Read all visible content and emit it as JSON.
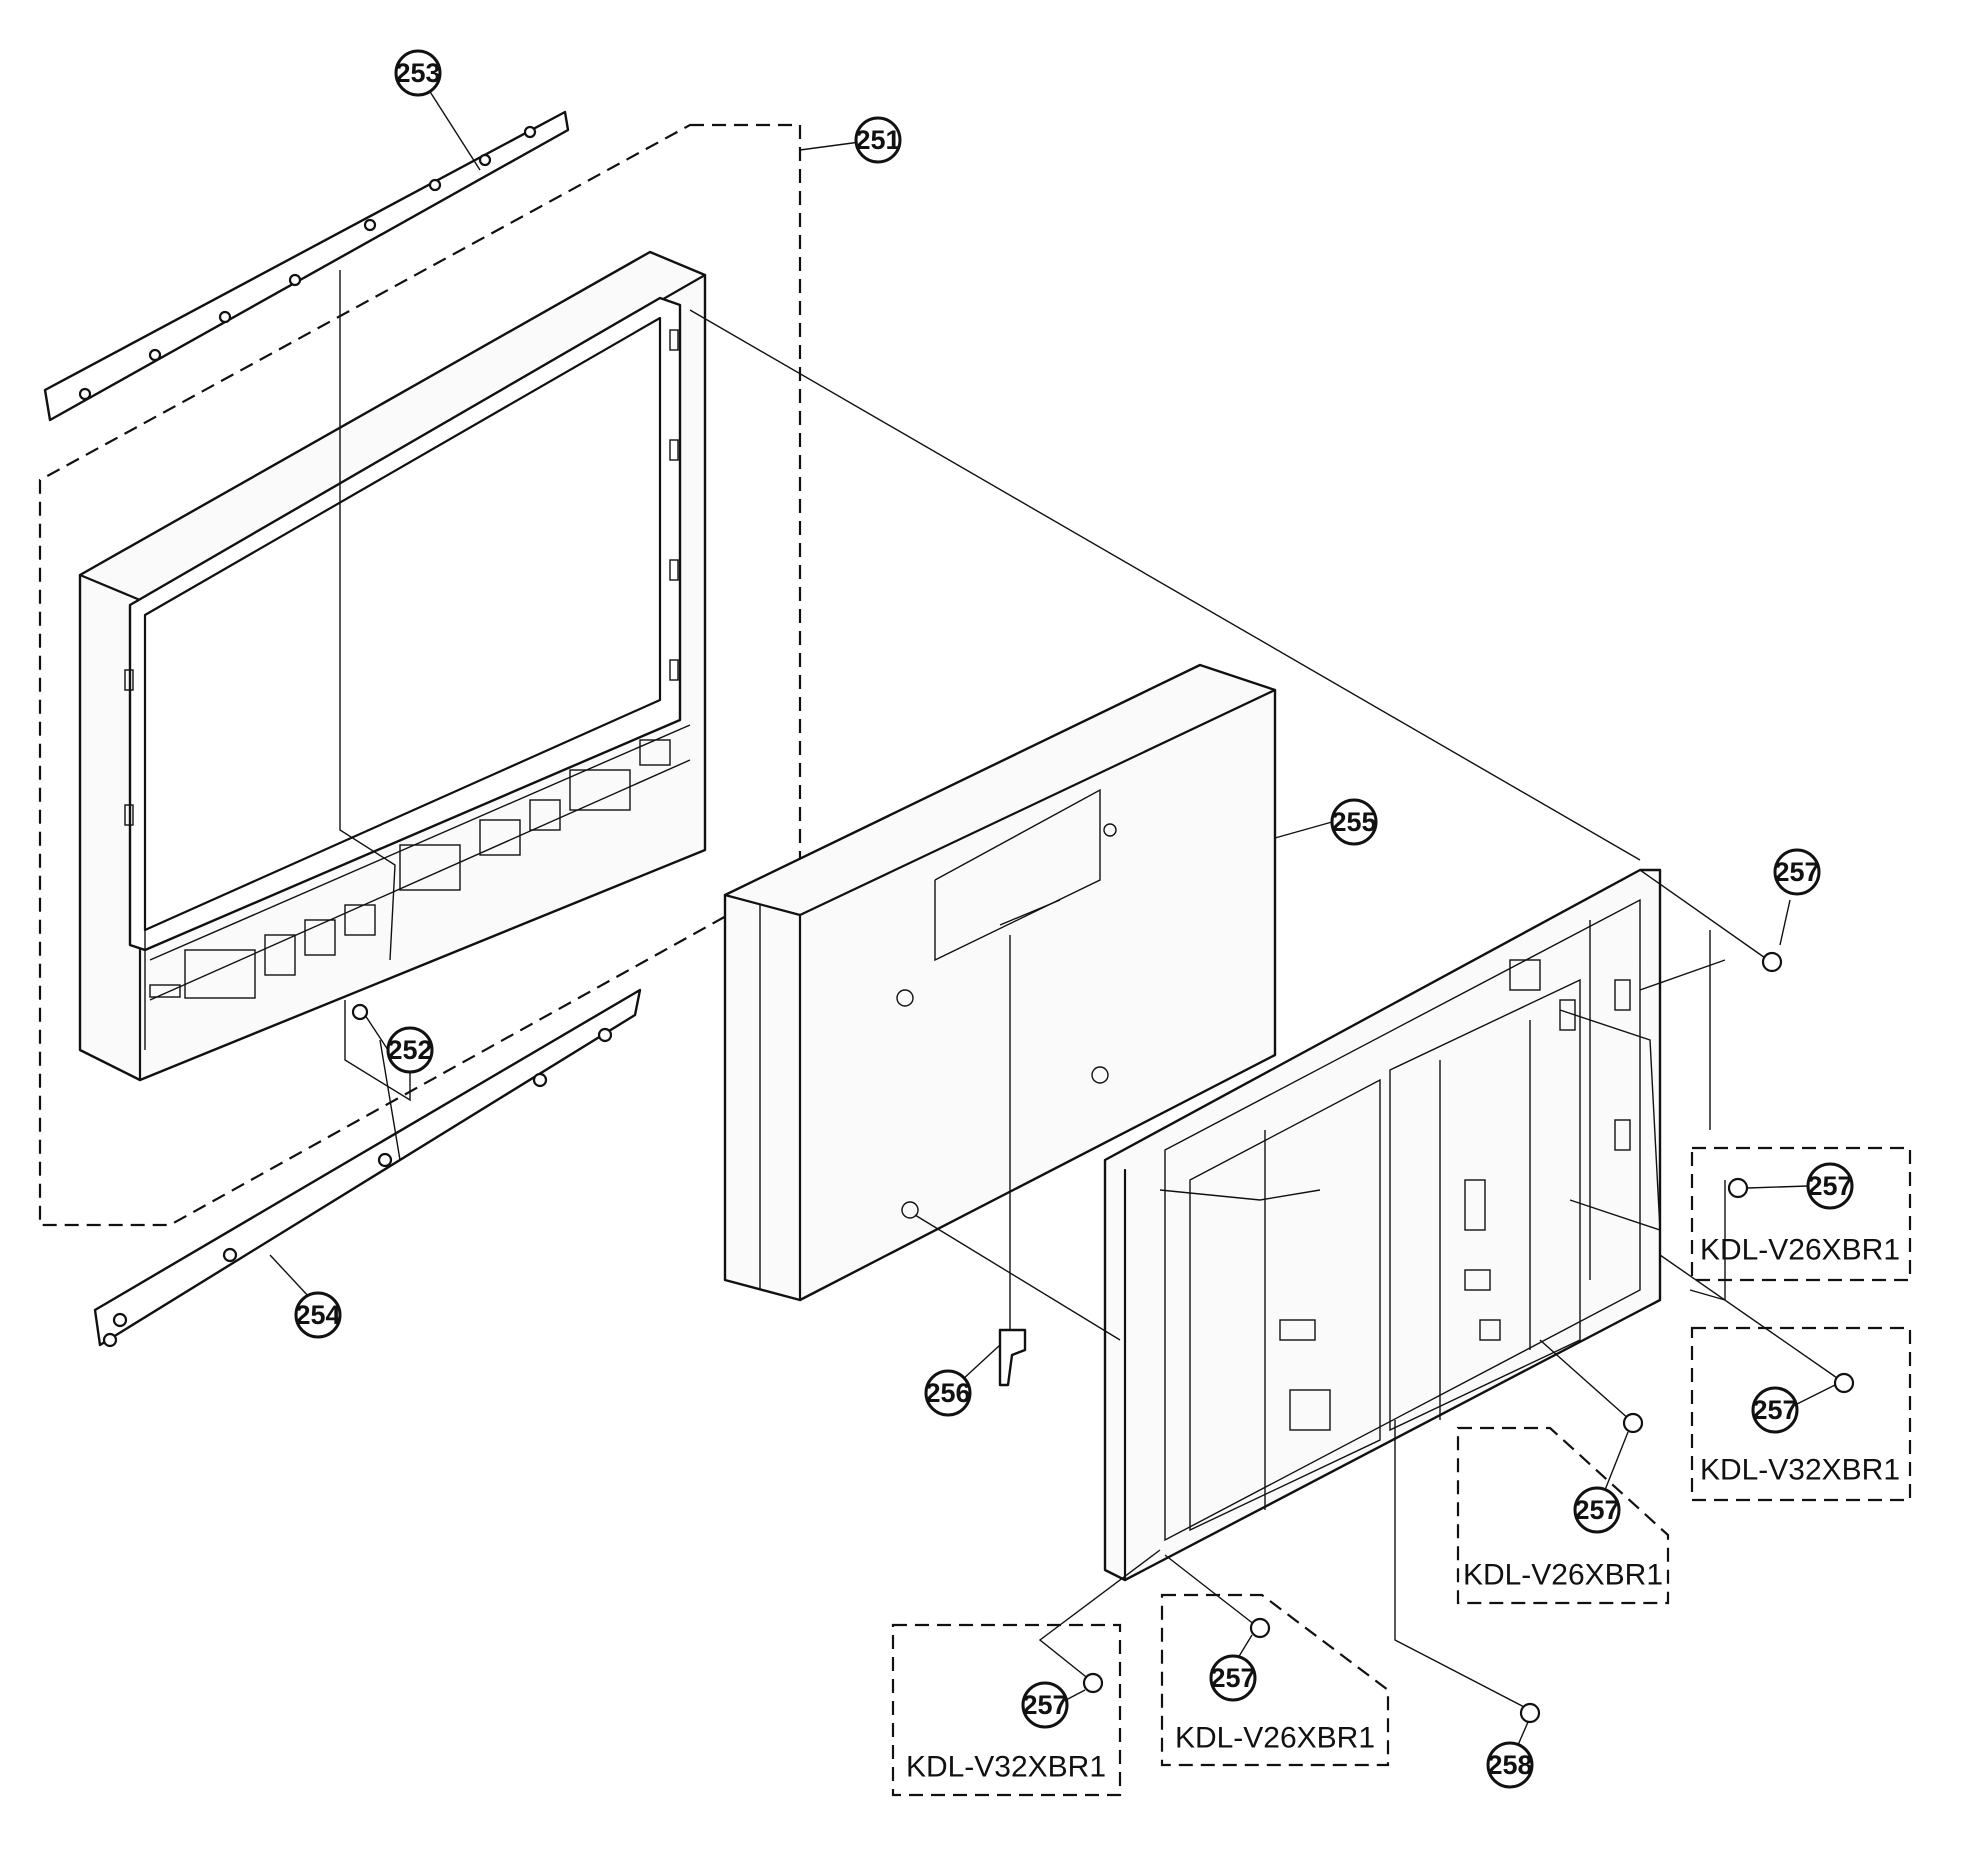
{
  "callouts": {
    "c251": "251",
    "c252": "252",
    "c253": "253",
    "c254": "254",
    "c255": "255",
    "c256": "256",
    "c257a": "257",
    "c257b": "257",
    "c257c": "257",
    "c257d": "257",
    "c257e": "257",
    "c257f": "257",
    "c258": "258"
  },
  "model_labels": {
    "m1": "KDL-V26XBR1",
    "m2": "KDL-V32XBR1",
    "m3": "KDL-V26XBR1",
    "m4": "KDL-V26XBR1",
    "m5": "KDL-V32XBR1"
  }
}
